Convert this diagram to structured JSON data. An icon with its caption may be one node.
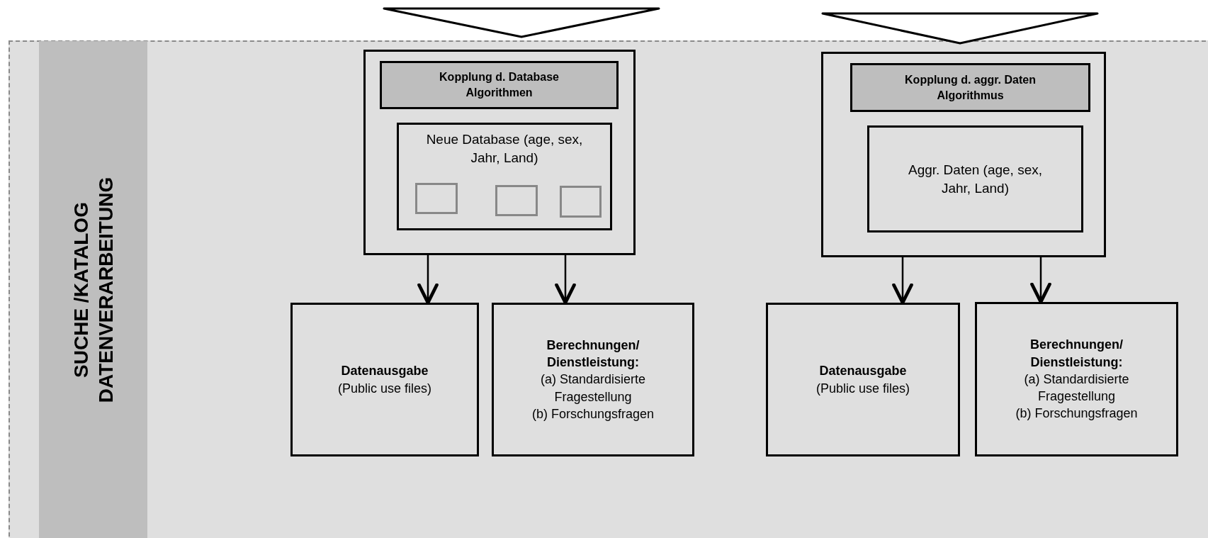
{
  "diagram": {
    "nodes": [
      {
        "text": [],
        "shape": "box"
      },
      {
        "text": [
          "SUCHE /KATALOG DATENVERARBEITUNG"
        ],
        "in": 0
      },
      {
        "text": [],
        "shape": "triangle"
      },
      {
        "text": [],
        "shape": "triangle"
      },
      {
        "text": [],
        "shape": "box",
        "in": 0
      },
      {
        "text": [
          "Kopplung d. Database Algorithmen"
        ],
        "in": 4
      },
      {
        "text": [
          "Neue Database (age, sex, Jahr, Land)"
        ],
        "in": 4
      },
      {
        "text": [],
        "shape": "box",
        "in": 6
      },
      {
        "text": [],
        "shape": "box",
        "in": 6
      },
      {
        "text": [],
        "shape": "box",
        "in": 6
      },
      {
        "text": [
          "Datenausgabe",
          "(Public use files)"
        ],
        "in": 0
      },
      {
        "text": [
          "Berechnungen/ Dienstleistung:",
          "(a) Standardisierte Fragestellung",
          "(b) Forschungsfragen"
        ],
        "in": 0
      },
      {
        "text": [],
        "shape": "box",
        "in": 0
      },
      {
        "text": [
          "Kopplung d. aggr. Daten Algorithmus"
        ],
        "in": 12
      },
      {
        "text": [
          "Aggr. Daten (age, sex, Jahr, Land)"
        ],
        "in": 12
      },
      {
        "text": [
          "Datenausgabe",
          "(Public use files)"
        ],
        "in": 0
      },
      {
        "text": [
          "Berechnungen/ Dienstleistung:",
          "(a) Standardisierte Fragestellung",
          "(b) Forschungsfragen"
        ],
        "in": 0
      }
    ],
    "edges": [
      {
        "from": 4,
        "to": 10,
        "arrow": "to"
      },
      {
        "from": 4,
        "to": 11,
        "arrow": "to"
      },
      {
        "from": 12,
        "to": 15,
        "arrow": "to"
      },
      {
        "from": 12,
        "to": 16,
        "arrow": "to"
      }
    ]
  }
}
